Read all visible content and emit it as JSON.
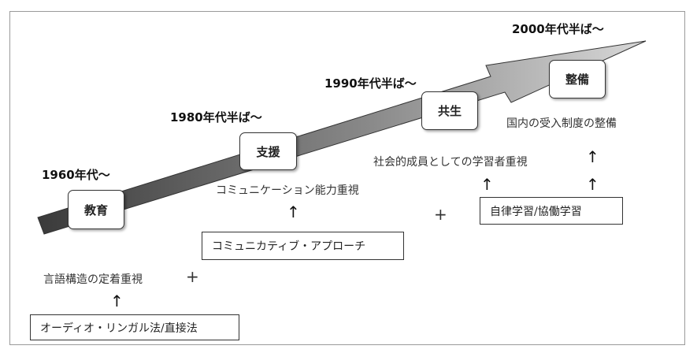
{
  "eras": {
    "e1960": "1960年代～",
    "e1980": "1980年代半ば～",
    "e1990": "1990年代半ば～",
    "e2000": "2000年代半ば～"
  },
  "stages": {
    "education": "教育",
    "support": "支援",
    "coexistence": "共生",
    "development": "整備"
  },
  "texts": {
    "grammar_focus": "言語構造の定着重視",
    "communication_focus": "コミュニケーション能力重視",
    "social_member_focus": "社会的成員としての学習者重視",
    "domestic_system": "国内の受入制度の整備"
  },
  "methods": {
    "audiolingual": "オーディオ・リンガル法/直接法",
    "communicative": "コミュニカティブ・アプローチ",
    "autonomous": "自律学習/協働学習"
  },
  "symbols": {
    "plus": "+",
    "up_arrow": "↑"
  }
}
